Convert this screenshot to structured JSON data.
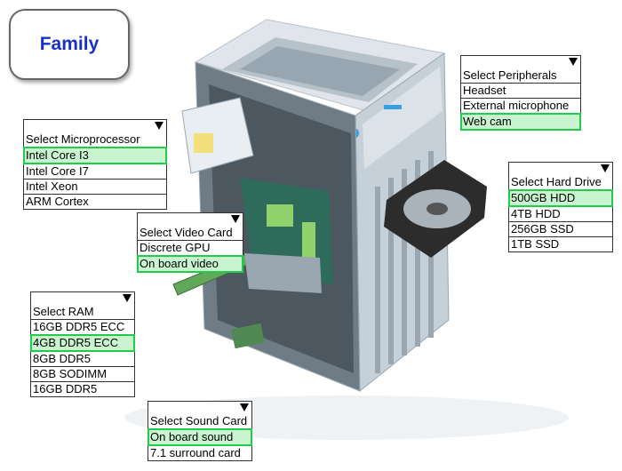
{
  "badge": {
    "label": "Family"
  },
  "colors": {
    "selected_fill": "#c8f5cf",
    "selected_border": "#22cc4a",
    "badge_text": "#1a2fc8"
  },
  "dropdowns": {
    "microprocessor": {
      "options": [
        "Select Microprocessor",
        "Intel Core I3",
        "Intel Core I7",
        "Intel Xeon",
        "ARM Cortex"
      ],
      "selected": "Intel Core I3"
    },
    "peripherals": {
      "options": [
        "Select Peripherals",
        "Headset",
        "External microphone",
        "Web cam"
      ],
      "selected": "Web cam"
    },
    "hard_drive": {
      "options": [
        "Select Hard Drive",
        "500GB HDD",
        "4TB HDD",
        "256GB SSD",
        "1TB SSD"
      ],
      "selected": "500GB HDD"
    },
    "video_card": {
      "options": [
        "Select Video Card",
        "Discrete GPU",
        "On board video"
      ],
      "selected": "On board video"
    },
    "ram": {
      "options": [
        "Select RAM",
        "16GB DDR5 ECC",
        "4GB DDR5 ECC",
        "8GB DDR5",
        "8GB SODIMM",
        "16GB DDR5"
      ],
      "selected": "4GB DDR5 ECC"
    },
    "sound_card": {
      "options": [
        "Select Sound Card",
        "On board sound",
        "7.1 surround card"
      ],
      "selected": "On board sound"
    }
  }
}
